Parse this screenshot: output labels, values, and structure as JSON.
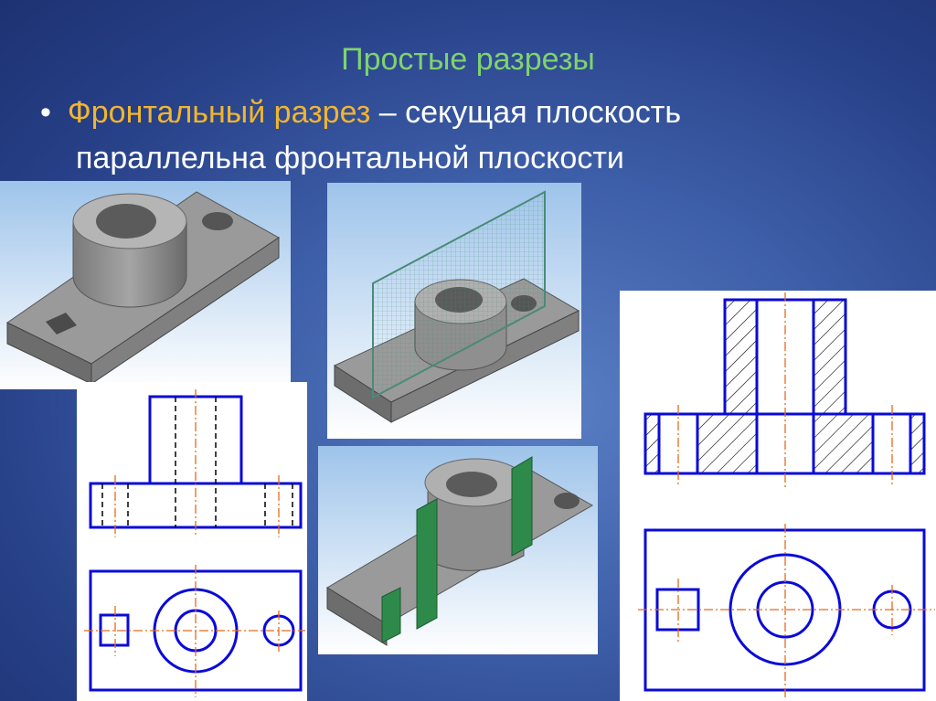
{
  "slide": {
    "title": "Простые разрезы",
    "bullet_term": "Фронтальный разрез",
    "bullet_rest_line1": " – секущая плоскость",
    "bullet_line2": "параллельна фронтальной плоскости"
  },
  "colors": {
    "title": "#7fd36e",
    "term": "#f2b52e",
    "text": "#ffffff",
    "drawing_line": "#0a0ad8",
    "axis_line": "#e86a1a",
    "section_fill": "#2e8a4a"
  }
}
